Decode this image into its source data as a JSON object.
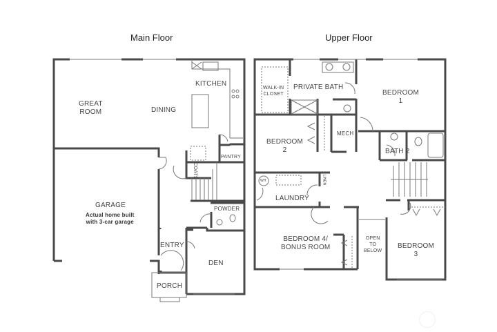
{
  "floors": {
    "main": {
      "title": "Main Floor",
      "rooms": {
        "great_room": "GREAT\nROOM",
        "dining": "DINING",
        "kitchen": "KITCHEN",
        "pantry": "PANTRY",
        "coats": "COATS",
        "powder": "POWDER",
        "garage": "GARAGE",
        "garage_note": "Actual home built\nwith 3-car garage",
        "entry": "ENTRY",
        "den": "DEN",
        "porch": "PORCH"
      }
    },
    "upper": {
      "title": "Upper Floor",
      "rooms": {
        "walk_in_closet": "WALK-IN\nCLOSET",
        "private_bath": "PRIVATE BATH",
        "bedroom1": "BEDROOM\n1",
        "bedroom2": "BEDROOM\n2",
        "mech": "MECH",
        "bath2": "BATH 2",
        "wh": "WH",
        "linen": "LINEN",
        "laundry": "LAUNDRY",
        "bedroom4": "BEDROOM 4/\nBONUS ROOM",
        "open_to_below": "OPEN\nTO\nBELOW",
        "bedroom3": "BEDROOM\n3"
      }
    }
  },
  "colors": {
    "wall": "#4a4a4a",
    "fixture": "#888888",
    "background": "#ffffff"
  }
}
